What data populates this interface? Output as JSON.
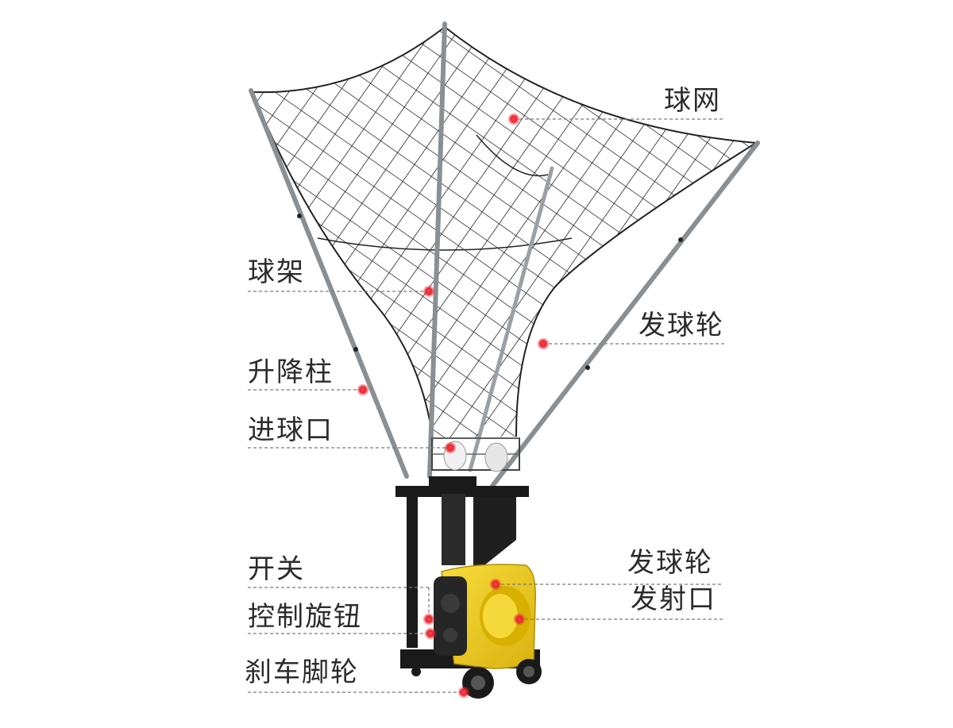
{
  "labels": {
    "net": "球网",
    "rack": "球架",
    "launch_wheel_top": "发球轮",
    "lift_column": "升降柱",
    "ball_inlet": "进球口",
    "switch": "开关",
    "control_knob": "控制旋钮",
    "launch_wheel_bottom": "发球轮",
    "launch_outlet": "发射口",
    "brake_caster": "刹车脚轮"
  },
  "colors": {
    "machine_yellow": "#f2cf1b",
    "frame_black": "#1a1a1a",
    "pole_gray": "#8a8f94",
    "net_black": "#222222",
    "marker_red": "#e8232e",
    "leader_line": "#7a7a7a"
  }
}
